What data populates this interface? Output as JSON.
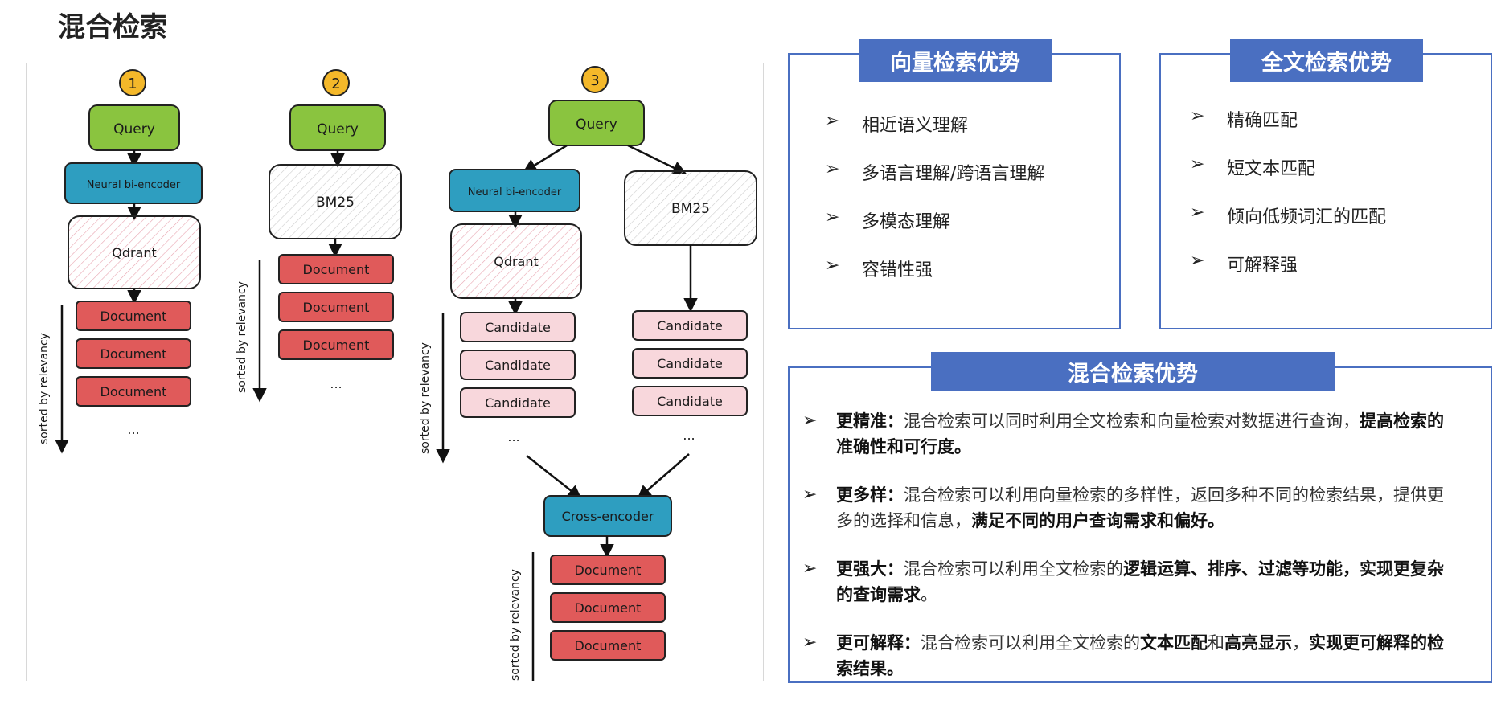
{
  "page": {
    "title": "混合检索"
  },
  "diagram": {
    "steps": [
      "1",
      "2",
      "3"
    ],
    "query": "Query",
    "bi_encoder": "Neural bi-encoder",
    "bm25": "BM25",
    "qdrant": "Qdrant",
    "document": "Document",
    "candidate": "Candidate",
    "cross_encoder": "Cross-encoder",
    "sorted_label": "sorted by relevancy",
    "ellipsis": "..."
  },
  "vector_card": {
    "title": "向量检索优势",
    "items": [
      "相近语义理解",
      "多语言理解/跨语言理解",
      "多模态理解",
      "容错性强"
    ]
  },
  "fulltext_card": {
    "title": "全文检索优势",
    "items": [
      "精确匹配",
      "短文本匹配",
      "倾向低频词汇的匹配",
      "可解释强"
    ]
  },
  "hybrid_card": {
    "title": "混合检索优势",
    "items": [
      {
        "label": "更精准：",
        "text": "混合检索可以同时利用全文检索和向量检索对数据进行查询，",
        "emphasis": "提高检索的准确性和可行度。",
        "tail": "",
        "emphasis2": "",
        "tail2": ""
      },
      {
        "label": "更多样：",
        "text": "混合检索可以利用向量检索的多样性，返回多种不同的检索结果，提供更多的选择和信息，",
        "emphasis": "满足不同的用户查询需求和偏好。",
        "tail": "",
        "emphasis2": "",
        "tail2": ""
      },
      {
        "label": "更强大：",
        "text": "混合检索可以利用全文检索的",
        "emphasis": "逻辑运算、排序、过滤等功能，实现更复杂的查询需求",
        "tail": "。",
        "emphasis2": "",
        "tail2": ""
      },
      {
        "label": "更可解释：",
        "text": "混合检索可以利用全文检索的",
        "emphasis": "文本匹配",
        "tail": "和",
        "emphasis2": "高亮显示",
        "tail2": "，",
        "emphasis3": "实现更可解释的检索结果。"
      }
    ]
  },
  "colors": {
    "accent": "#4a6fc1",
    "query_green": "#8ac43f",
    "encoder_blue": "#2e9ec0",
    "document_red": "#e05a5a",
    "candidate_pink": "#f8d7dc",
    "step_badge": "#f4b82a"
  }
}
